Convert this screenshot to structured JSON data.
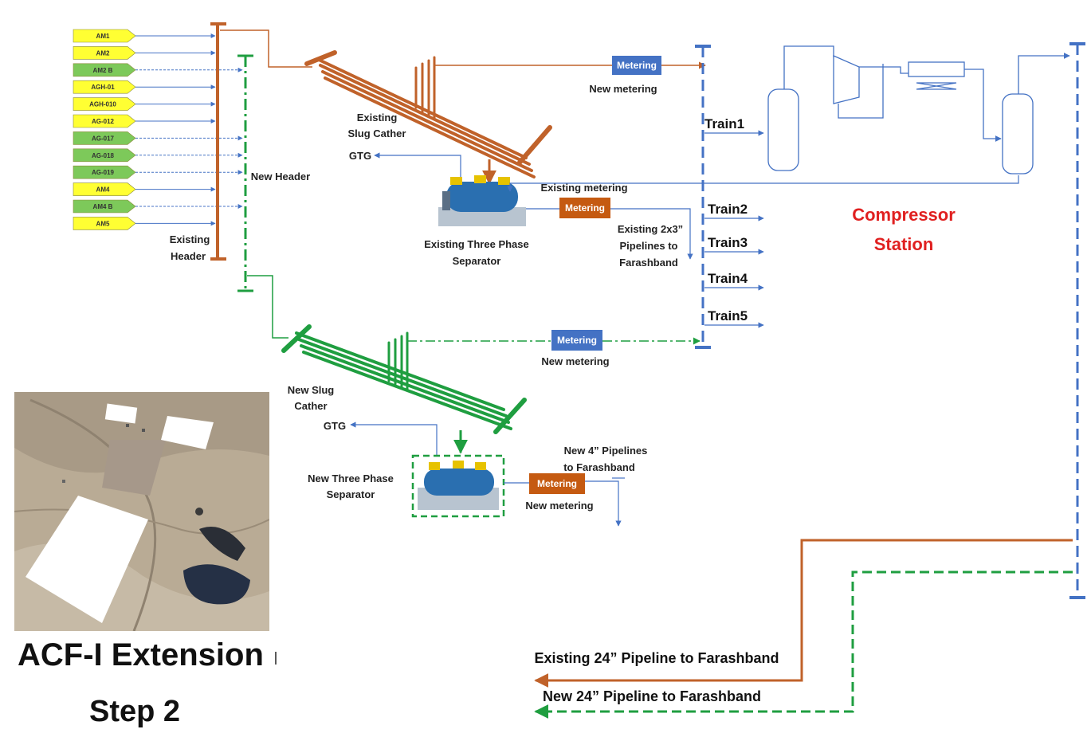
{
  "wells": [
    {
      "label": "AM1",
      "color": "#ffff33"
    },
    {
      "label": "AM2",
      "color": "#ffff33"
    },
    {
      "label": "AM2 B",
      "color": "#7dc95a"
    },
    {
      "label": "AGH-01",
      "color": "#ffff33"
    },
    {
      "label": "AGH-010",
      "color": "#ffff33"
    },
    {
      "label": "AG-012",
      "color": "#ffff33"
    },
    {
      "label": "AG-017",
      "color": "#7dc95a"
    },
    {
      "label": "AG-018",
      "color": "#7dc95a"
    },
    {
      "label": "AG-019",
      "color": "#7dc95a"
    },
    {
      "label": "AM4",
      "color": "#ffff33"
    },
    {
      "label": "AM4 B",
      "color": "#7dc95a"
    },
    {
      "label": "AM5",
      "color": "#ffff33"
    }
  ],
  "labels": {
    "new_header": "New Header",
    "existing_header_1": "Existing",
    "existing_header_2": "Header",
    "existing_slug_1": "Existing",
    "existing_slug_2": "Slug Cather",
    "gtg_top": "GTG",
    "gtg_bottom": "GTG",
    "existing_sep_1": "Existing Three Phase",
    "existing_sep_2": "Separator",
    "existing_metering": "Existing metering",
    "existing_pipes_1": "Existing 2x3”",
    "existing_pipes_2": "Pipelines to",
    "existing_pipes_3": "Farashband",
    "new_metering_top": "New metering",
    "new_metering_mid": "New metering",
    "new_metering_bottom": "New metering",
    "new_slug_1": "New Slug",
    "new_slug_2": "Cather",
    "new_sep_1": "New Three Phase",
    "new_sep_2": "Separator",
    "new_pipes_1": "New 4” Pipelines",
    "new_pipes_2": "to Farashband",
    "compressor_1": "Compressor",
    "compressor_2": "Station",
    "existing_24": "Existing 24” Pipeline to Farashband",
    "new_24": "New 24” Pipeline to Farashband"
  },
  "meters": {
    "top": "Metering",
    "existing": "Metering",
    "mid": "Metering",
    "bottom": "Metering"
  },
  "trains": [
    "Train1",
    "Train2",
    "Train3",
    "Train4",
    "Train5"
  ],
  "title": {
    "main": "ACF-I Extension",
    "step": "Step 2"
  },
  "colors": {
    "existing_pipe": "#c0622a",
    "new_pipe": "#1f9e40",
    "header_blue": "#4472c4",
    "meter_blue": "#4472c4",
    "meter_orange": "#c55a11",
    "compressor_red": "#e02020"
  }
}
